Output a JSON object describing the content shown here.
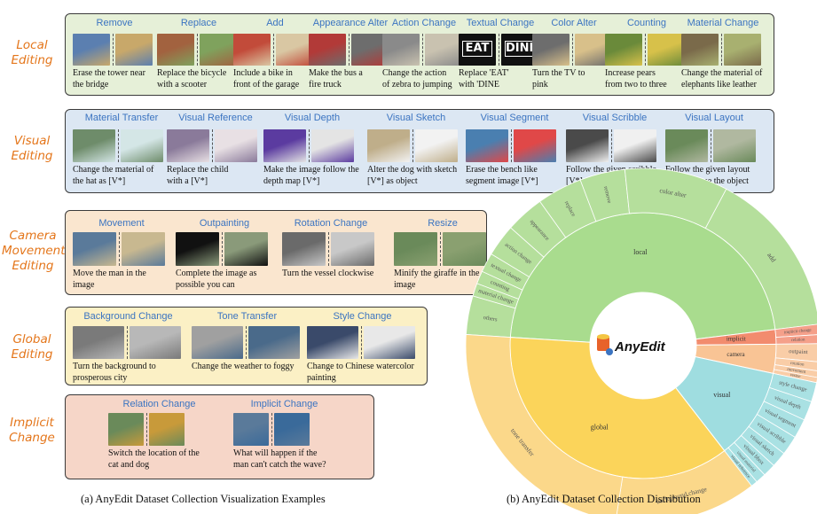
{
  "row_labels": {
    "local": "Local\nEditing",
    "visual": "Visual\nEditing",
    "camera": "Camera\nMovement\nEditing",
    "global": "Global\nEditing",
    "implicit": "Implicit\nChange"
  },
  "local": [
    {
      "title": "Remove",
      "caption": "Erase the tower near\nthe bridge"
    },
    {
      "title": "Replace",
      "caption": "Replace the bicycle\nwith a scooter"
    },
    {
      "title": "Add",
      "caption": "Include a bike in\nfront of the garage"
    },
    {
      "title": "Appearance Alter",
      "caption": "Make the bus a\nfire truck"
    },
    {
      "title": "Action Change",
      "caption": "Change the action\nof zebra to jumping"
    },
    {
      "title": "Textual Change",
      "caption": "Replace 'EAT'\nwith 'DINE"
    },
    {
      "title": "Color Alter",
      "caption": "Turn the TV to\npink"
    },
    {
      "title": "Counting",
      "caption": "Increase pears\nfrom two to three"
    },
    {
      "title": "Material Change",
      "caption": "Change the material of\nelephants like leather"
    }
  ],
  "visual": [
    {
      "title": "Material Transfer",
      "caption": "Change the material of\nthe hat as [V*]"
    },
    {
      "title": "Visual Reference",
      "caption": "Replace the child\nwith a [V*]"
    },
    {
      "title": "Visual Depth",
      "caption": "Make the image follow the\ndepth map [V*]"
    },
    {
      "title": "Visual Sketch",
      "caption": "Alter the dog with sketch\n[V*] as object"
    },
    {
      "title": "Visual Segment",
      "caption": "Erase the bench like\nsegment image [V*]"
    },
    {
      "title": "Visual Scribble",
      "caption": "Follow the given scribble\n[V*] to replace the cat"
    },
    {
      "title": "Visual Layout",
      "caption": "Follow the given layout\n[V*] to erase the object"
    }
  ],
  "camera": [
    {
      "title": "Movement",
      "caption": "Move the man in the\nimage"
    },
    {
      "title": "Outpainting",
      "caption": "Complete the image as\npossible you can"
    },
    {
      "title": "Rotation Change",
      "caption": "Turn the vessel clockwise"
    },
    {
      "title": "Resize",
      "caption": "Minify the giraffe in the\nimage"
    }
  ],
  "global": [
    {
      "title": "Background Change",
      "caption": "Turn the background to\nprosperous city"
    },
    {
      "title": "Tone Transfer",
      "caption": "Change the weather to foggy"
    },
    {
      "title": "Style Change",
      "caption": "Change to Chinese watercolor\npainting"
    }
  ],
  "implicit": [
    {
      "title": "Relation Change",
      "caption": "Switch the location of the\ncat and dog"
    },
    {
      "title": "Implicit Change",
      "caption": "What will happen if the\nman can't catch the wave?"
    }
  ],
  "textual_change_words": {
    "before": "EAT",
    "after": "DINE"
  },
  "caption_a": "(a) AnyEdit Dataset Collection Visualization Examples",
  "caption_b": "(b) AnyEdit Dataset Collection Distribution",
  "sunburst": {
    "center_label": "AnyEdit",
    "inner": [
      {
        "name": "local",
        "value": 40.0,
        "color": "#a9dc8e"
      },
      {
        "name": "camera",
        "value": 3.0,
        "color": "#f9c495"
      },
      {
        "name": "visual",
        "value": 9.5,
        "color": "#9fdde0"
      },
      {
        "name": "global",
        "value": 31.0,
        "color": "#fbd45a"
      },
      {
        "name": "implicit",
        "value": 1.5,
        "color": "#f28c6e"
      }
    ],
    "outer": [
      {
        "name": "add",
        "value": 13.0,
        "color": "#b5df9c",
        "parent": "local"
      },
      {
        "name": "color alter",
        "value": 8.0,
        "color": "#b5df9c",
        "parent": "local"
      },
      {
        "name": "remove",
        "value": 3.5,
        "color": "#b5df9c",
        "parent": "local"
      },
      {
        "name": "replace",
        "value": 3.5,
        "color": "#b5df9c",
        "parent": "local"
      },
      {
        "name": "appearance",
        "value": 3.0,
        "color": "#b5df9c",
        "parent": "local"
      },
      {
        "name": "action change",
        "value": 2.5,
        "color": "#b5df9c",
        "parent": "local"
      },
      {
        "name": "textual change",
        "value": 1.5,
        "color": "#b5df9c",
        "parent": "local"
      },
      {
        "name": "counting",
        "value": 1.0,
        "color": "#b5df9c",
        "parent": "local"
      },
      {
        "name": "material change",
        "value": 1.0,
        "color": "#b5df9c",
        "parent": "local"
      },
      {
        "name": "others",
        "value": 3.0,
        "color": "#b5df9c",
        "parent": "local"
      },
      {
        "name": "tone transfer",
        "value": 20.0,
        "color": "#fbd88a",
        "parent": "global"
      },
      {
        "name": "background change",
        "value": 11.0,
        "color": "#fbd88a",
        "parent": "global"
      },
      {
        "name": "style change",
        "value": 1.5,
        "color": "#a9e1e3",
        "parent": "visual"
      },
      {
        "name": "visual depth",
        "value": 1.5,
        "color": "#a9e1e3",
        "parent": "visual"
      },
      {
        "name": "visual segment",
        "value": 1.5,
        "color": "#a9e1e3",
        "parent": "visual"
      },
      {
        "name": "visual scribble",
        "value": 1.5,
        "color": "#a9e1e3",
        "parent": "visual"
      },
      {
        "name": "visual sketch",
        "value": 1.2,
        "color": "#a9e1e3",
        "parent": "visual"
      },
      {
        "name": "visual bbox",
        "value": 1.0,
        "color": "#a9e1e3",
        "parent": "visual"
      },
      {
        "name": "visual material",
        "value": 0.8,
        "color": "#a9e1e3",
        "parent": "visual"
      },
      {
        "name": "visual reference",
        "value": 0.5,
        "color": "#a9e1e3",
        "parent": "visual"
      },
      {
        "name": "outpaint",
        "value": 1.4,
        "color": "#f9cda7",
        "parent": "camera"
      },
      {
        "name": "rotation",
        "value": 0.7,
        "color": "#f9cda7",
        "parent": "camera"
      },
      {
        "name": "movement",
        "value": 0.5,
        "color": "#f9cda7",
        "parent": "camera"
      },
      {
        "name": "resize",
        "value": 0.4,
        "color": "#f9cda7",
        "parent": "camera"
      },
      {
        "name": "implicit change",
        "value": 0.8,
        "color": "#f5a08a",
        "parent": "implicit"
      },
      {
        "name": "relation",
        "value": 0.7,
        "color": "#f5a08a",
        "parent": "implicit"
      }
    ]
  },
  "colors": {
    "label": "#e4761b",
    "title": "#3b74c1",
    "local": "#e6f0d8",
    "visual": "#dce7f3",
    "camera": "#fae6cf",
    "global": "#fbf0c5",
    "implicit": "#f6d6c8"
  }
}
